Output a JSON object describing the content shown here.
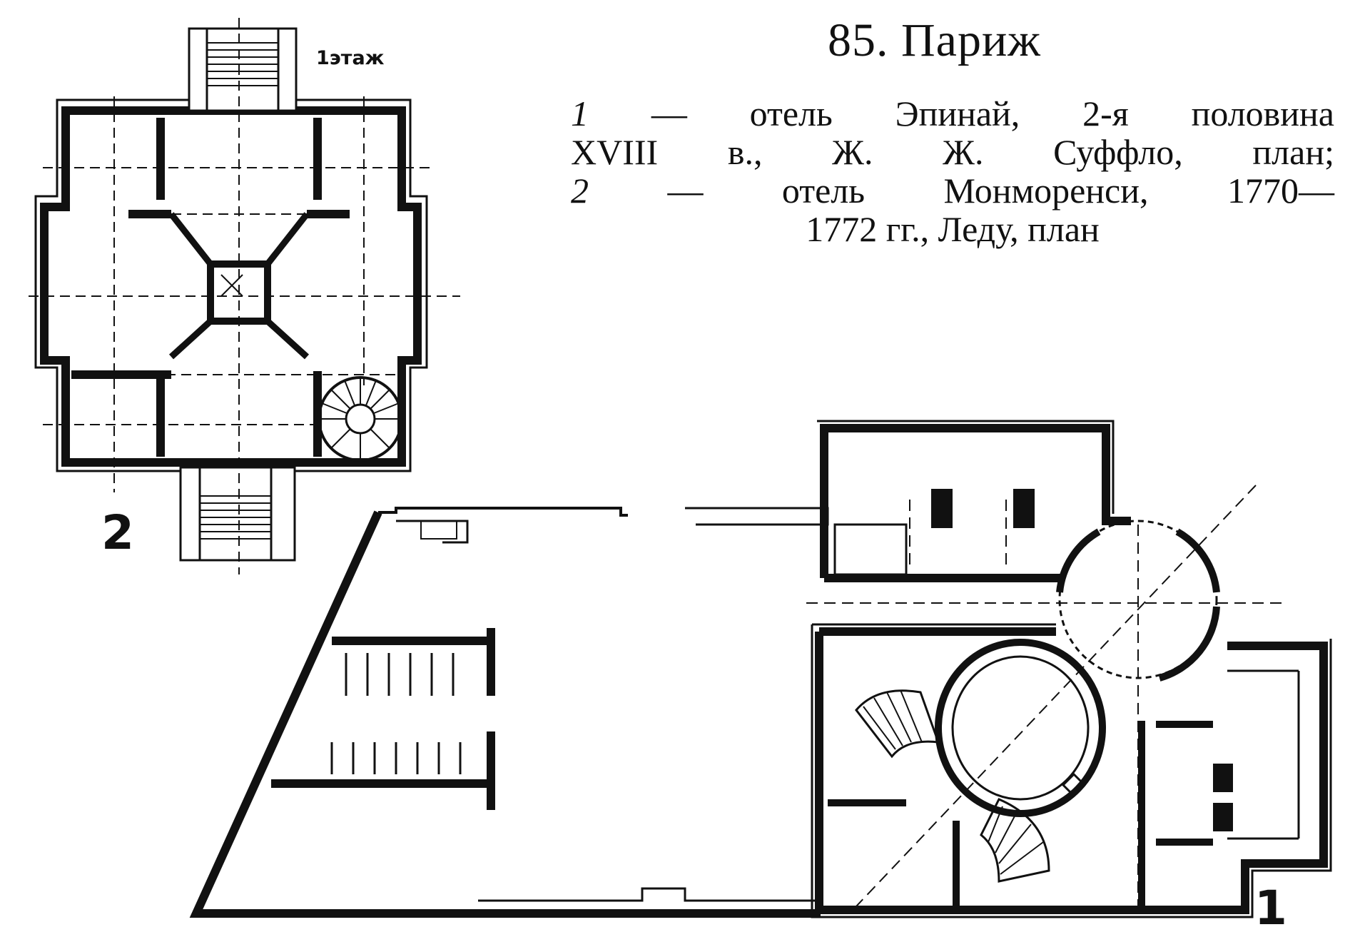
{
  "figure": {
    "title": "85. Париж",
    "caption_lines": [
      [
        "1",
        "—",
        "отель",
        "Эпинай,",
        "2-я",
        "половина"
      ],
      [
        "XVIII",
        "в.,",
        "Ж.",
        "Ж.",
        "Суффло,",
        "план;"
      ],
      [
        "2",
        "—",
        "отель",
        "Монморенси,",
        "1770—"
      ],
      [
        "1772 гг., Леду, план"
      ]
    ],
    "floor_label": "1этаж",
    "plan_numbers": {
      "montmorency": "2",
      "epinay": "1"
    }
  }
}
